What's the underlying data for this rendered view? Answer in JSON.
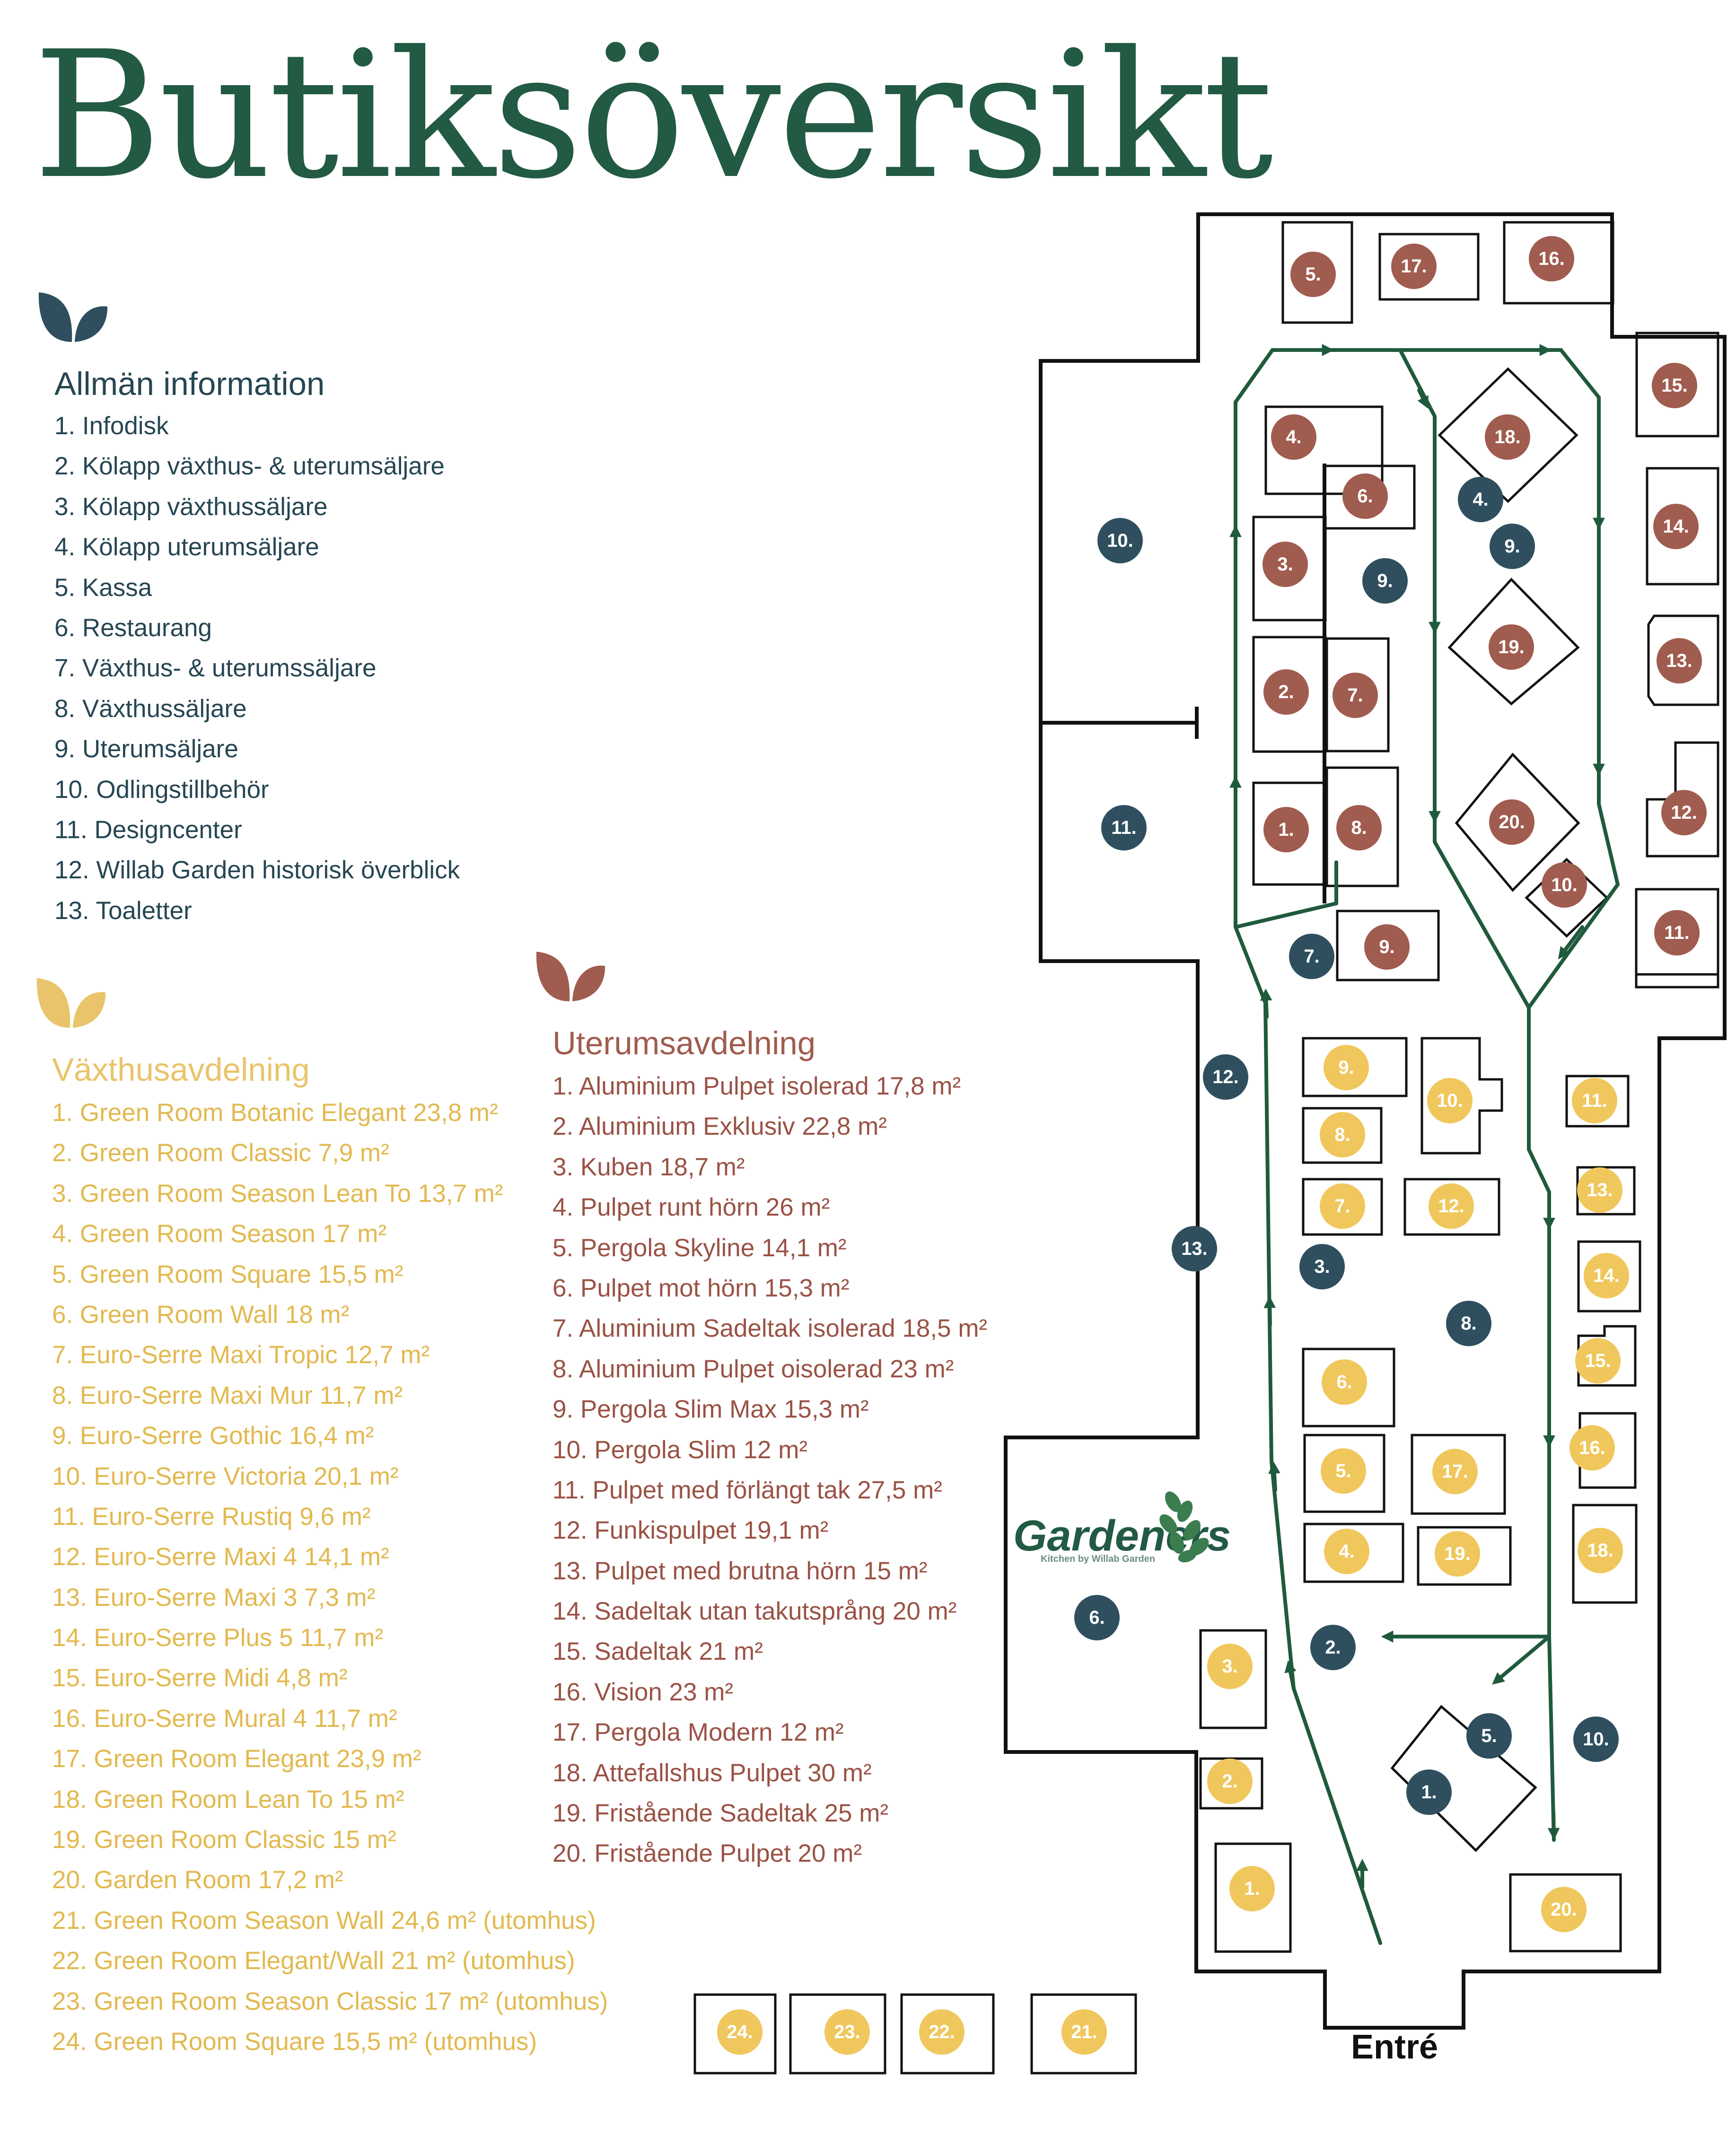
{
  "title": "Butiksöversikt",
  "colors": {
    "title": "#225a44",
    "general": "#264653",
    "greenhouse": "#e9c46a",
    "outdoor": "#a05c4f",
    "route": "#1f5a3c",
    "walls": "#111111"
  },
  "icons": {
    "general": "leaf-icon",
    "greenhouse": "leaf-icon",
    "outdoor": "leaf-icon"
  },
  "sections": {
    "general": {
      "heading": "Allmän information",
      "items": [
        "1. Infodisk",
        "2. Kölapp växthus- & uterumsäljare",
        "3. Kölapp växthussäljare",
        "4. Kölapp uterumsäljare",
        "5. Kassa",
        "6. Restaurang",
        "7. Växthus- & uterumssäljare",
        "8. Växthussäljare",
        "9. Uterumsäljare",
        "10. Odlingstillbehör",
        "11. Designcenter",
        "12. Willab Garden historisk överblick",
        "13. Toaletter"
      ]
    },
    "greenhouse": {
      "heading": "Växthusavdelning",
      "items": [
        "1. Green Room Botanic Elegant 23,8 m²",
        "2. Green Room Classic 7,9 m²",
        "3. Green Room Season Lean To 13,7 m²",
        "4. Green Room Season 17 m²",
        "5. Green Room Square 15,5 m²",
        "6. Green Room Wall 18 m²",
        "7. Euro-Serre Maxi Tropic 12,7 m²",
        "8. Euro-Serre Maxi Mur 11,7 m²",
        "9. Euro-Serre Gothic 16,4 m²",
        "10. Euro-Serre Victoria 20,1 m²",
        "11. Euro-Serre Rustiq 9,6 m²",
        "12. Euro-Serre Maxi 4 14,1 m²",
        "13. Euro-Serre Maxi 3 7,3 m²",
        "14. Euro-Serre Plus 5 11,7 m²",
        "15. Euro-Serre Midi 4,8 m²",
        "16. Euro-Serre Mural 4 11,7 m²",
        "17. Green Room Elegant 23,9 m²",
        "18. Green Room Lean To 15 m²",
        "19. Green Room Classic 15 m²",
        "20. Garden Room 17,2 m²",
        "21. Green Room Season Wall 24,6 m² (utomhus)",
        "22. Green Room Elegant/Wall 21 m² (utomhus)",
        "23. Green Room Season Classic 17 m² (utomhus)",
        "24. Green Room Square 15,5 m² (utomhus)"
      ]
    },
    "outdoor": {
      "heading": "Uterumsavdelning",
      "items": [
        "1. Aluminium Pulpet isolerad 17,8 m²",
        "2. Aluminium Exklusiv 22,8 m²",
        "3. Kuben 18,7 m²",
        "4. Pulpet runt hörn 26 m²",
        "5. Pergola Skyline 14,1 m²",
        "6. Pulpet mot hörn 15,3 m²",
        "7. Aluminium Sadeltak isolerad 18,5 m²",
        "8. Aluminium Pulpet oisolerad 23 m²",
        "9. Pergola Slim Max 15,3 m²",
        "10. Pergola Slim 12 m²",
        "11. Pulpet med förlängt tak 27,5 m²",
        "12. Funkispulpet 19,1 m²",
        "13. Pulpet med brutna hörn 15 m²",
        "14. Sadeltak utan takutsprång 20 m²",
        "15. Sadeltak 21 m²",
        "16. Vision 23 m²",
        "17. Pergola Modern 12 m²",
        "18. Attefallshus Pulpet 30 m²",
        "19. Fristående Sadeltak 25 m²",
        "20. Fristående Pulpet 20 m²"
      ]
    }
  },
  "map": {
    "entrance_label": "Entré",
    "restaurant_logo": {
      "name": "Gardeners",
      "tagline": "Kitchen by Willab Garden"
    },
    "general_markers": [
      "10.",
      "11.",
      "7.",
      "12.",
      "13.",
      "6.",
      "4.",
      "9.",
      "9.",
      "3.",
      "8.",
      "2.",
      "5.",
      "1.",
      "10."
    ],
    "outdoor_markers": [
      "5.",
      "17.",
      "16.",
      "15.",
      "4.",
      "18.",
      "6.",
      "14.",
      "3.",
      "19.",
      "13.",
      "2.",
      "7.",
      "20.",
      "12.",
      "1.",
      "8.",
      "10.",
      "11.",
      "9."
    ],
    "greenhouse_markers": [
      "9.",
      "10.",
      "11.",
      "8.",
      "13.",
      "7.",
      "12.",
      "14.",
      "15.",
      "6.",
      "16.",
      "5.",
      "17.",
      "18.",
      "4.",
      "19.",
      "3.",
      "2.",
      "1.",
      "20.",
      "24.",
      "23.",
      "22.",
      "21."
    ]
  }
}
